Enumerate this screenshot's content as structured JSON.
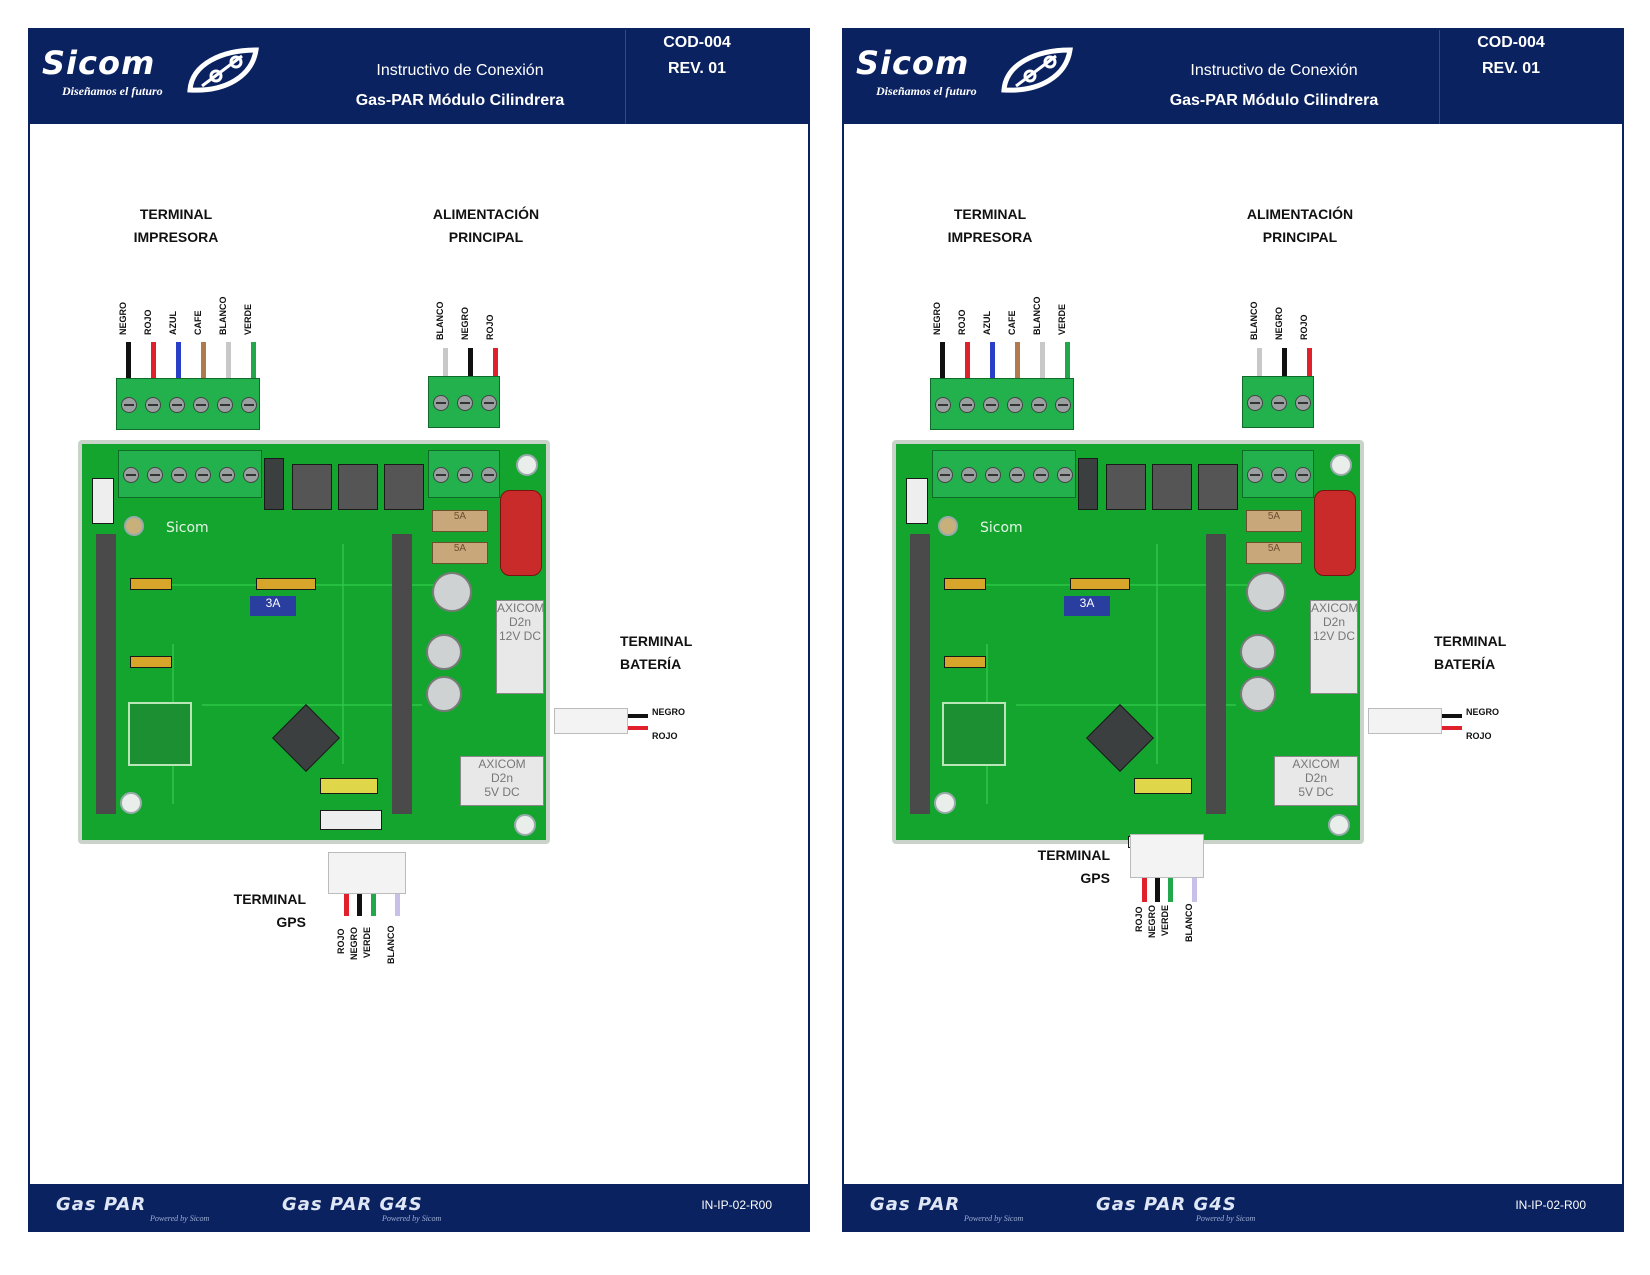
{
  "pages": [
    {
      "header": {
        "brand": "Sicom",
        "tagline": "Diseñamos el futuro",
        "subtitle": "Instructivo de Conexión",
        "title": "Gas-PAR Módulo Cilindrera",
        "code": "COD-004",
        "revision": "REV. 01"
      },
      "labels": {
        "printer_terminal": [
          "TERMINAL",
          "IMPRESORA"
        ],
        "main_power": [
          "ALIMENTACIÓN",
          "PRINCIPAL"
        ],
        "battery_terminal": [
          "TERMINAL",
          "BATERÍA"
        ],
        "gps_terminal": [
          "TERMINAL",
          "GPS"
        ]
      },
      "wires": {
        "printer": [
          "NEGRO",
          "ROJO",
          "AZUL",
          "CAFE",
          "BLANCO",
          "VERDE"
        ],
        "power": [
          "BLANCO",
          "NEGRO",
          "ROJO"
        ],
        "battery": [
          "NEGRO",
          "ROJO"
        ],
        "gps": [
          "ROJO",
          "NEGRO",
          "VERDE",
          "BLANCO"
        ]
      },
      "footer": {
        "logo1": "Gas PAR",
        "logo1_sub": "Powered by Sicom",
        "logo2": "Gas PAR G4S",
        "logo2_sub": "Powered by Sicom",
        "doc_code": "IN-IP-02-R00"
      }
    },
    {
      "header": {
        "brand": "Sicom",
        "tagline": "Diseñamos el futuro",
        "subtitle": "Instructivo de Conexión",
        "title": "Gas-PAR Módulo Cilindrera",
        "code": "COD-004",
        "revision": "REV. 01"
      },
      "labels": {
        "printer_terminal": [
          "TERMINAL",
          "IMPRESORA"
        ],
        "main_power": [
          "ALIMENTACIÓN",
          "PRINCIPAL"
        ],
        "battery_terminal": [
          "TERMINAL",
          "BATERÍA"
        ],
        "gps_terminal": [
          "TERMINAL",
          "GPS"
        ]
      },
      "wires": {
        "printer": [
          "NEGRO",
          "ROJO",
          "AZUL",
          "CAFE",
          "BLANCO",
          "VERDE"
        ],
        "power": [
          "BLANCO",
          "NEGRO",
          "ROJO"
        ],
        "battery": [
          "NEGRO",
          "ROJO"
        ],
        "gps": [
          "ROJO",
          "NEGRO",
          "VERDE",
          "BLANCO"
        ]
      },
      "footer": {
        "logo1": "Gas PAR",
        "logo1_sub": "Powered by Sicom",
        "logo2": "Gas PAR G4S",
        "logo2_sub": "Powered by Sicom",
        "doc_code": "IN-IP-02-R00"
      }
    }
  ],
  "board_text": {
    "brand": "Sicom",
    "fuse_small": "3A",
    "fuse_5a": "5A",
    "relay_12v": [
      "AXICOM",
      "D2n",
      "12V DC"
    ],
    "relay_5v": [
      "AXICOM",
      "D2n",
      "5V DC"
    ]
  },
  "colors": {
    "header_bg": "#0b2261",
    "pcb_green": "#14a52e",
    "terminal_green": "#22b14c",
    "wire_negro": "#111111",
    "wire_rojo": "#e0202a",
    "wire_azul": "#2a3fc8",
    "wire_cafe": "#b07a4c",
    "wire_blanco": "#c8c8c8",
    "wire_verde": "#22a74a"
  }
}
